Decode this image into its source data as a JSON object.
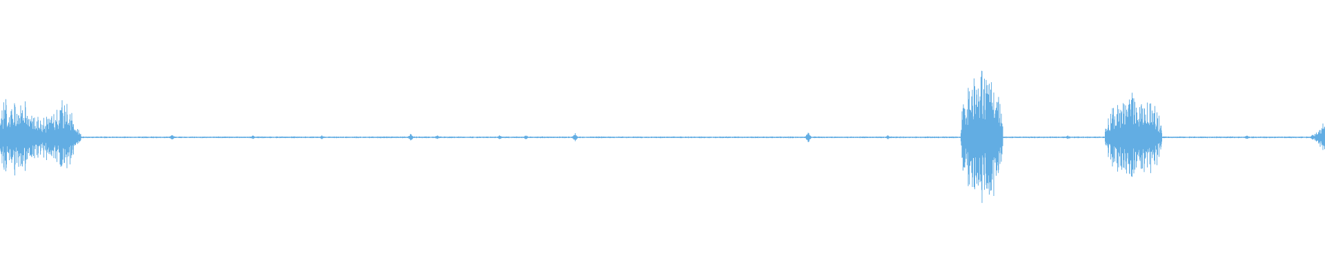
{
  "waveform": {
    "color": "#62ade3",
    "channels": 1,
    "silence_level": 0.01,
    "bursts": [
      {
        "start": 0.0,
        "end": 0.062,
        "peak": 0.6
      },
      {
        "start": 0.725,
        "end": 0.757,
        "peak": 1.0
      },
      {
        "start": 0.834,
        "end": 0.877,
        "peak": 0.68
      },
      {
        "start": 0.987,
        "end": 1.0,
        "peak": 0.25
      }
    ],
    "blips": [
      {
        "pos": 0.13,
        "peak": 0.04
      },
      {
        "pos": 0.191,
        "peak": 0.03
      },
      {
        "pos": 0.243,
        "peak": 0.03
      },
      {
        "pos": 0.31,
        "peak": 0.05
      },
      {
        "pos": 0.33,
        "peak": 0.03
      },
      {
        "pos": 0.377,
        "peak": 0.03
      },
      {
        "pos": 0.397,
        "peak": 0.03
      },
      {
        "pos": 0.434,
        "peak": 0.06
      },
      {
        "pos": 0.61,
        "peak": 0.08
      },
      {
        "pos": 0.67,
        "peak": 0.03
      },
      {
        "pos": 0.806,
        "peak": 0.03
      },
      {
        "pos": 0.941,
        "peak": 0.03
      }
    ]
  }
}
